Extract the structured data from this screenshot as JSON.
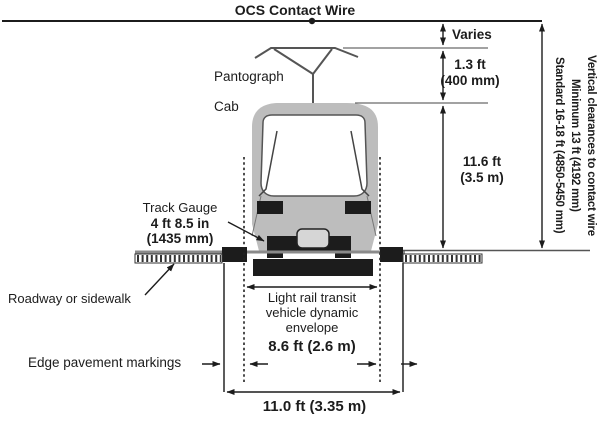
{
  "colors": {
    "ink": "#1c1c1c",
    "body_gray": "#bdbdbd",
    "track_gray": "#8a8a8a",
    "coupler_gray": "#d6d6d6"
  },
  "title": "OCS Contact Wire",
  "labels": {
    "pantograph": "Pantograph",
    "cab": "Cab",
    "track_gauge": {
      "name": "Track Gauge",
      "imperial": "4 ft 8.5 in",
      "metric": "(1435 mm)"
    },
    "roadway": "Roadway or sidewalk",
    "edge_markings": "Edge pavement markings"
  },
  "dimensions": {
    "contact_wire_gap": "Varies",
    "pantograph": {
      "imperial": "1.3 ft",
      "metric": "(400 mm)"
    },
    "vehicle_height": {
      "imperial": "11.6 ft",
      "metric": "(3.5 m)"
    },
    "envelope": {
      "line1": "Light rail transit",
      "line2": "vehicle dynamic",
      "line3": "envelope",
      "value": "8.6 ft (2.6 m)"
    },
    "track_bed_width": "11.0 ft (3.35 m)"
  },
  "clearance_note": {
    "line1": "Vertical clearances to contact wire",
    "line2": "Minimum 13 ft (4192 mm)",
    "line3": "Standard 16-18 ft (4850-5450 mm)"
  }
}
